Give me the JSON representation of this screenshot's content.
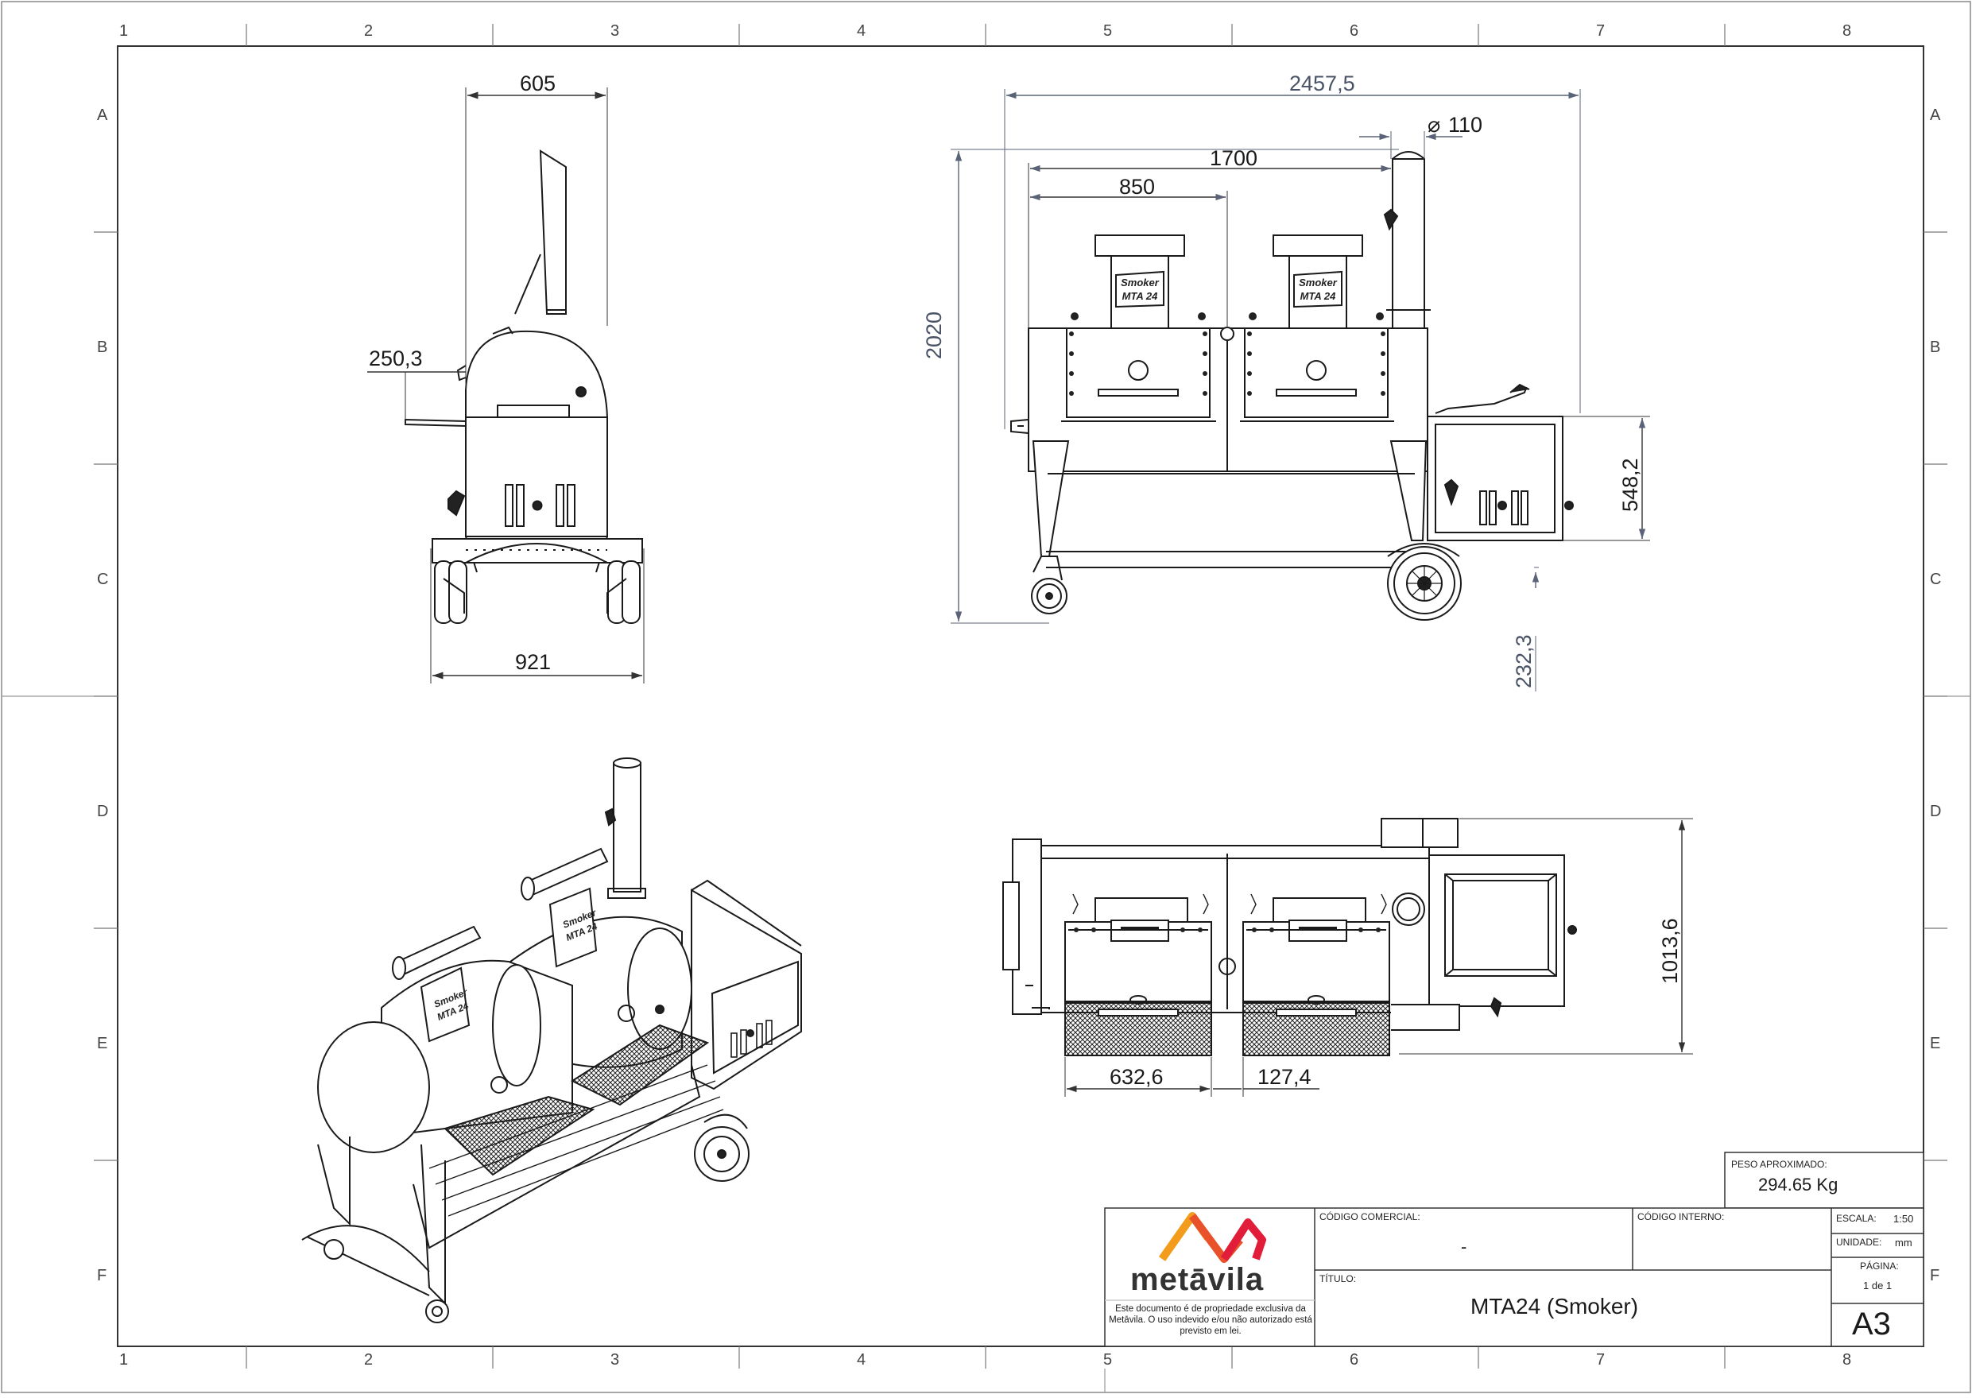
{
  "border": {
    "columns": [
      "1",
      "2",
      "3",
      "4",
      "5",
      "6",
      "7",
      "8"
    ],
    "rows": [
      "A",
      "B",
      "C",
      "D",
      "E",
      "F"
    ]
  },
  "side_view": {
    "dim_width": "605",
    "dim_shelf": "250,3",
    "dim_base": "921"
  },
  "front_view": {
    "dim_total_width": "2457,5",
    "dim_chimney_diameter": "110",
    "dim_chamber_width": "1700",
    "dim_half_chamber": "850",
    "dim_height": "2020",
    "dim_firebox_height": "548,2",
    "dim_ground_clearance": "232,3"
  },
  "top_view": {
    "dim_depth": "1013,6",
    "dim_grate_width": "632,6",
    "dim_grate_gap": "127,4"
  },
  "badge": {
    "line1": "Smoker",
    "line2": "MTA 24"
  },
  "title_block": {
    "weight_label": "PESO APROXIMADO:",
    "weight_value": "294.65 Kg",
    "commercial_code_label": "CÓDIGO COMERCIAL:",
    "commercial_code_value": "-",
    "internal_code_label": "CÓDIGO INTERNO:",
    "title_label": "TÍTULO:",
    "title_value": "MTA24 (Smoker)",
    "scale_label": "ESCALA:",
    "scale_value": "1:50",
    "unit_label": "UNIDADE:",
    "unit_value": "mm",
    "page_label": "PÁGINA:",
    "page_value": "1 de 1",
    "sheet_size": "A3",
    "company": "metāvila",
    "disclaimer": "Este documento é de propriedade exclusiva da Metāvila. O uso indevido e/ou não autorizado está previsto em lei.",
    "logo_colors": [
      "#f39c1c",
      "#e8512a",
      "#e11d3a"
    ]
  }
}
